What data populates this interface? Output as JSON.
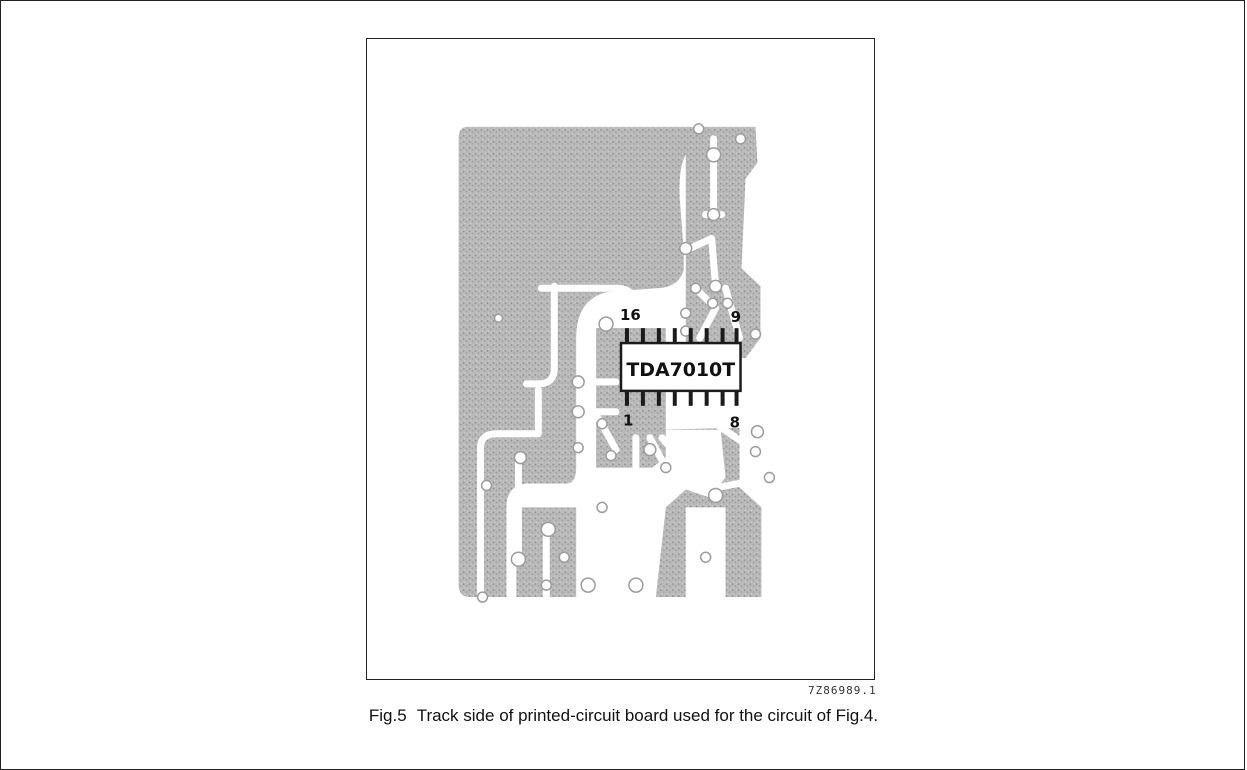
{
  "figure": {
    "reference_code": "7Z86989.1",
    "caption_number": "Fig.5",
    "caption_text": "Track side of printed-circuit board used for the circuit of Fig.4.",
    "chip": {
      "label": "TDA7010T",
      "pin_top_left": "16",
      "pin_top_right": "9",
      "pin_bottom_left": "1",
      "pin_bottom_right": "8"
    }
  },
  "colors": {
    "copper": "#b4b4b4",
    "background": "#ffffff",
    "line": "#222222"
  }
}
